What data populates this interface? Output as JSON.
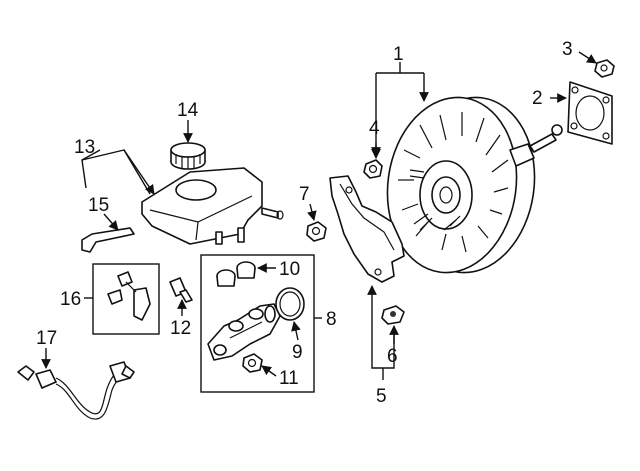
{
  "diagram": {
    "callouts": {
      "c1": "1",
      "c2": "2",
      "c3": "3",
      "c4": "4",
      "c5": "5",
      "c6": "6",
      "c7": "7",
      "c8": "8",
      "c9": "9",
      "c10": "10",
      "c11": "11",
      "c12": "12",
      "c13": "13",
      "c14": "14",
      "c15": "15",
      "c16": "16",
      "c17": "17"
    },
    "parts": [
      "brake-booster",
      "booster-gasket",
      "booster-nut",
      "booster-mount-nut",
      "heat-shield",
      "shield-grommet",
      "shield-nut",
      "master-cylinder-assembly",
      "reservoir-seal-o-ring",
      "reservoir-grommet",
      "master-cylinder-nut",
      "reservoir-bolt",
      "fluid-reservoir",
      "reservoir-cap",
      "reservoir-clip",
      "level-sensor-set",
      "vacuum-sensor-harness"
    ]
  }
}
